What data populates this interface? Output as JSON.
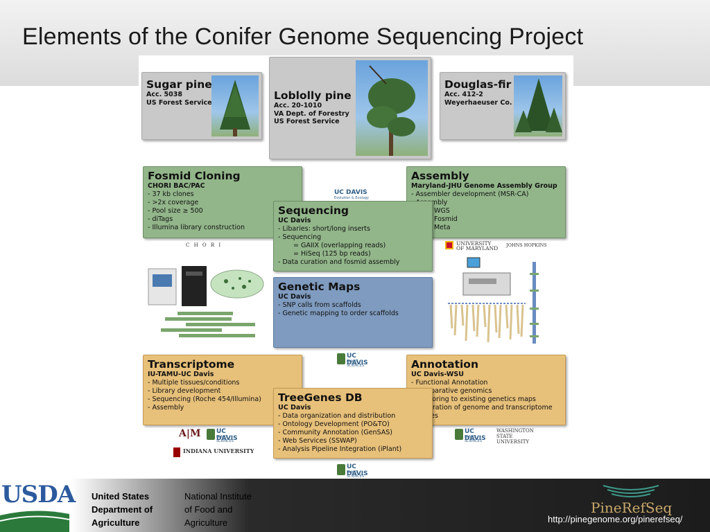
{
  "slide_title": "Elements of the Conifer Genome Sequencing Project",
  "trees": [
    {
      "name": "Sugar pine",
      "lines": [
        "Acc. 5038",
        "US Forest Service"
      ]
    },
    {
      "name": "Loblolly pine",
      "lines": [
        "Acc. 20-1010",
        "VA Dept. of Forestry",
        "US Forest Service"
      ]
    },
    {
      "name": "Douglas-fir",
      "lines": [
        "Acc. 412-2",
        "Weyerhaeuser Co."
      ]
    }
  ],
  "fosmid": {
    "title": "Fosmid Cloning",
    "subtitle": "CHORI BAC/PAC",
    "lines": [
      "- 37 kb clones",
      "- >2x coverage",
      "- Pool size ≥ 500",
      "- diTags",
      "- Illumina library construction"
    ]
  },
  "assembly": {
    "title": "Assembly",
    "subtitle": "Maryland-JHU Genome Assembly Group",
    "lines": [
      "- Assembler development (MSR-CA)",
      "- Assembly"
    ],
    "sub_lines": [
      "= WGS",
      "= Fosmid",
      "= Meta"
    ]
  },
  "sequencing": {
    "title": "Sequencing",
    "subtitle": "UC Davis",
    "lines_a": [
      "- Libaries: short/long inserts",
      "- Sequencing"
    ],
    "sub_lines": [
      "= GAIIX (overlapping reads)",
      "= HiSeq (125 bp reads)"
    ],
    "lines_b": [
      "- Data curation and fosmid assembly"
    ]
  },
  "genetic_maps": {
    "title": "Genetic Maps",
    "subtitle": "UC Davis",
    "lines": [
      "- SNP calls from scaffolds",
      "- Genetic mapping to order scaffolds"
    ]
  },
  "transcriptome": {
    "title": "Transcriptome",
    "subtitle": "IU-TAMU-UC Davis",
    "lines": [
      "- Multiple tissues/conditions",
      "- Library development",
      "- Sequencing (Roche 454/Illumina)",
      "- Assembly"
    ]
  },
  "annotation": {
    "title": "Annotation",
    "subtitle": "UC Davis-WSU",
    "lines": [
      "- Functional Annotation",
      "- Comparative genomics",
      "- Anchoring to existing genetics maps",
      "- Integration of genome and transcriptome",
      "services"
    ]
  },
  "treegenes": {
    "title": "TreeGenes DB",
    "subtitle": "UC Davis",
    "lines": [
      "- Data organization and distribution",
      "- Ontology Development (PO&TO)",
      "- Community Annotation (GenSAS)",
      "- Web Services (SSWAP)",
      "- Analysis Pipeline Integration (iPlant)"
    ]
  },
  "logos": {
    "ucdavis": "UC DAVIS",
    "ucdavis_sub": "Evolution & Ecology",
    "ucdavis_plant": "PLANT SCIENCES",
    "chori": "C H O R I",
    "maryland": "UNIVERSITY OF MARYLAND",
    "johns_hopkins": "JOHNS HOPKINS",
    "tamu": "A|M",
    "indiana": "INDIANA UNIVERSITY",
    "wsu": "WASHINGTON STATE UNIVERSITY"
  },
  "footer": {
    "usda": "USDA",
    "col1": [
      "United States",
      "Department of",
      "Agriculture"
    ],
    "col2": [
      "National Institute",
      "of Food and",
      "Agriculture"
    ],
    "brand": "PineRefSeq",
    "url": "http://pinegenome.org/pinerefseq/"
  },
  "colors": {
    "gray_box": "#c9c9c9",
    "green_box": "#92b68a",
    "blue_box": "#7f9bbf",
    "tan_box": "#e7c07a"
  }
}
